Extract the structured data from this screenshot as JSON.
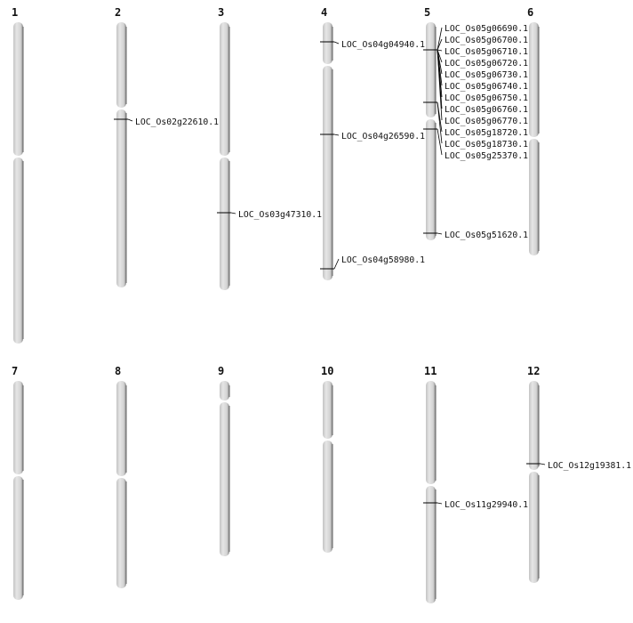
{
  "chromosomes": [
    {
      "name": "1",
      "genes": []
    },
    {
      "name": "2",
      "genes": [
        "LOC_Os02g22610.1"
      ]
    },
    {
      "name": "3",
      "genes": [
        "LOC_Os03g47310.1"
      ]
    },
    {
      "name": "4",
      "genes": [
        "LOC_Os04g04940.1",
        "LOC_Os04g26590.1",
        "LOC_Os04g58980.1"
      ]
    },
    {
      "name": "5",
      "genes": [
        "LOC_Os05g06690.1",
        "LOC_Os05g06700.1",
        "LOC_Os05g06710.1",
        "LOC_Os05g06720.1",
        "LOC_Os05g06730.1",
        "LOC_Os05g06740.1",
        "LOC_Os05g06750.1",
        "LOC_Os05g06760.1",
        "LOC_Os05g06770.1",
        "LOC_Os05g18720.1",
        "LOC_Os05g18730.1",
        "LOC_Os05g25370.1",
        "LOC_Os05g51620.1"
      ]
    },
    {
      "name": "6",
      "genes": []
    },
    {
      "name": "7",
      "genes": []
    },
    {
      "name": "8",
      "genes": []
    },
    {
      "name": "9",
      "genes": []
    },
    {
      "name": "10",
      "genes": []
    },
    {
      "name": "11",
      "genes": [
        "LOC_Os11g29940.1"
      ]
    },
    {
      "name": "12",
      "genes": [
        "LOC_Os12g19381.1"
      ]
    }
  ]
}
